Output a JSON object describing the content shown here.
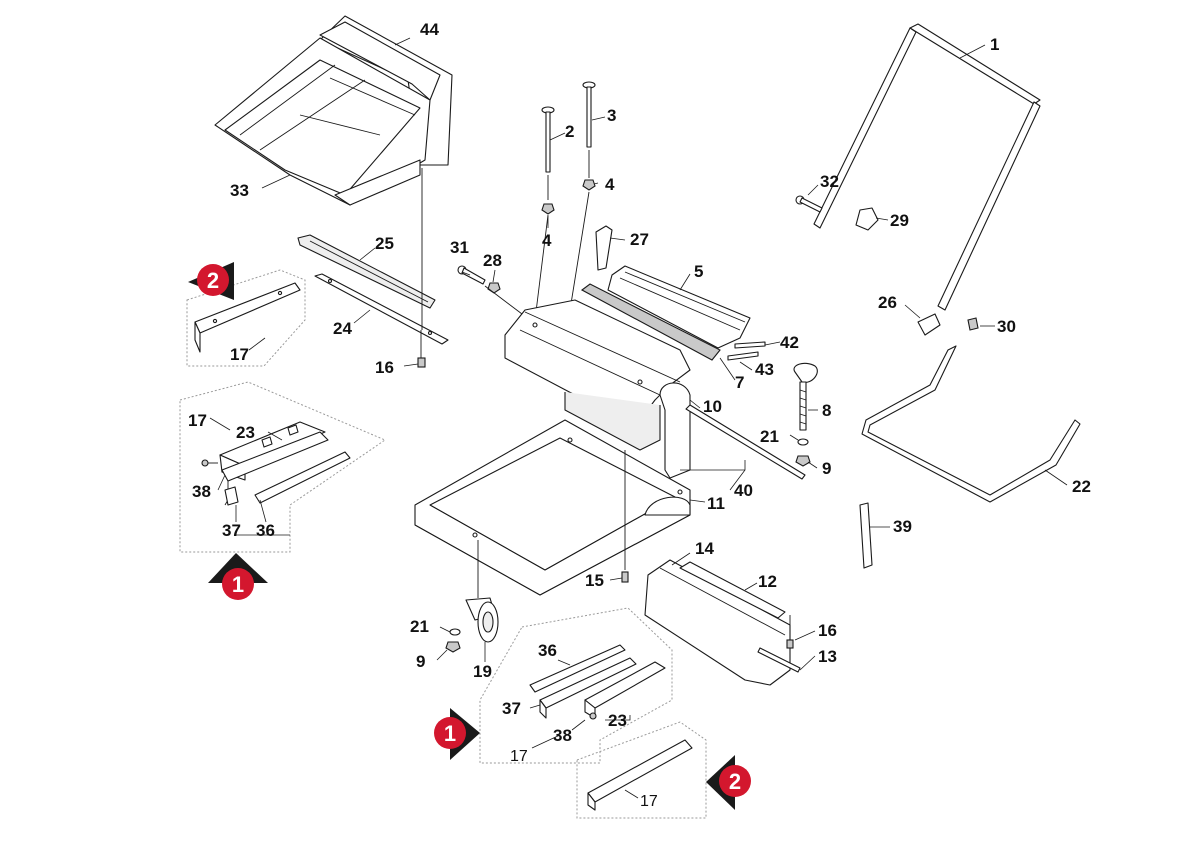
{
  "diagram": {
    "labels": {
      "l1": "1",
      "l2": "2",
      "l3": "3",
      "l4a": "4",
      "l4b": "4",
      "l5": "5",
      "l7": "7",
      "l8": "8",
      "l9a": "9",
      "l9b": "9",
      "l10": "10",
      "l11": "11",
      "l12": "12",
      "l13": "13",
      "l14": "14",
      "l15": "15",
      "l16a": "16",
      "l16b": "16",
      "l17a": "17",
      "l17b": "17",
      "l17c": "17",
      "l17d": "17",
      "l19": "19",
      "l21a": "21",
      "l21b": "21",
      "l22": "22",
      "l23a": "23",
      "l23b": "23",
      "l24": "24",
      "l25": "25",
      "l26": "26",
      "l27": "27",
      "l28": "28",
      "l29": "29",
      "l30": "30",
      "l31": "31",
      "l32": "32",
      "l33": "33",
      "l36a": "36",
      "l36b": "36",
      "l37a": "37",
      "l37b": "37",
      "l38a": "38",
      "l38b": "38",
      "l39": "39",
      "l40": "40",
      "l42": "42",
      "l43": "43",
      "l44": "44"
    },
    "markers": {
      "m1": "2",
      "m2": "1",
      "m3": "1",
      "m4": "2"
    },
    "colors": {
      "marker": "#d3172e",
      "line": "#1a1a1a",
      "dashed_box": "#9a9a9a"
    }
  }
}
